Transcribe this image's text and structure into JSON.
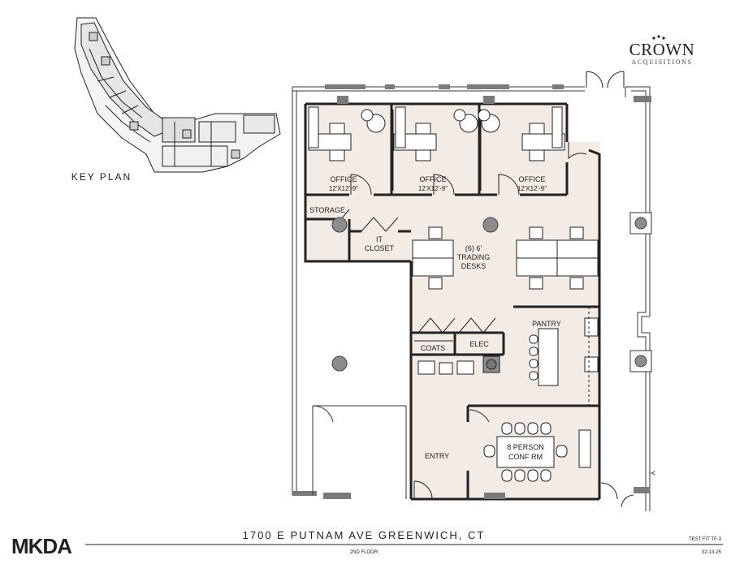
{
  "brand": {
    "crown_logo": "CROWN",
    "crown_sub": "ACQUISITIONS",
    "firm_logo": "MKDA"
  },
  "key_plan": {
    "label": "KEY PLAN"
  },
  "rooms": {
    "office_label": "OFFICE",
    "office_size_a": "12'X12'-9\"",
    "office_size_c": "12'X12'-9\"",
    "storage": "STORAGE",
    "it_closet_1": "IT",
    "it_closet_2": "CLOSET",
    "trading_1": "(6) 6'",
    "trading_2": "TRADING",
    "trading_3": "DESKS",
    "coats": "COATS",
    "elec": "ELEC",
    "pantry": "PANTRY",
    "entry": "ENTRY",
    "conf_1": "8 PERSON",
    "conf_2": "CONF RM"
  },
  "title_block": {
    "address": "1700 E PUTNAM AVE GREENWICH, CT",
    "floor": "2ND FLOOR",
    "sheet": "TEST FIT  TF-3",
    "date": "02-13-25"
  },
  "colors": {
    "floor_fill": "#f2ebe6",
    "wall": "#222222",
    "column": "#8c8c8c",
    "window": "#7a7a7a"
  }
}
